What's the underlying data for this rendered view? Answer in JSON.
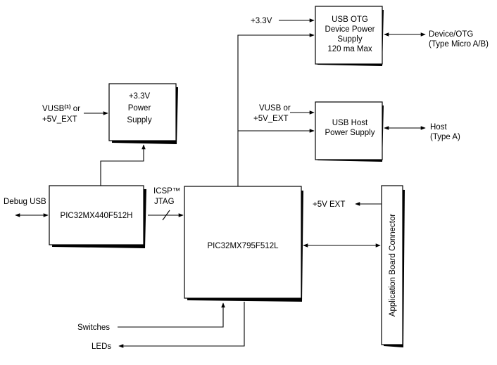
{
  "blocks": {
    "usb_otg_supply": {
      "lines": [
        "USB OTG",
        "Device Power",
        "Supply",
        "120 ma Max"
      ]
    },
    "usb_host_supply": {
      "lines": [
        "USB Host",
        "Power Supply"
      ]
    },
    "power_supply_33": {
      "lines": [
        "+3.3V",
        "Power",
        "Supply"
      ]
    },
    "pic32mx440": {
      "label": "PIC32MX440F512H"
    },
    "pic32mx795": {
      "label": "PIC32MX795F512L"
    },
    "app_connector": {
      "label": "Application Board Connector"
    }
  },
  "signals": {
    "plus33v_in": "+3.3V",
    "device_otg": [
      "Device/OTG",
      "(Type Micro A/B)"
    ],
    "vusb_host_prefix": "VUSB or",
    "plus5v_ext_host": "+5V_EXT",
    "host_out": [
      "Host",
      "(Type A)"
    ],
    "vusb_note_prefix": "VUSB",
    "vusb_note_sup": "(1)",
    "vusb_note_suffix": " or",
    "plus5v_ext_power": "+5V_EXT",
    "debug_usb": "Debug USB",
    "icsp": "ICSP™",
    "jtag": "JTAG",
    "plus5v_ext_conn": "+5V EXT",
    "switches": "Switches",
    "leds": "LEDs"
  }
}
